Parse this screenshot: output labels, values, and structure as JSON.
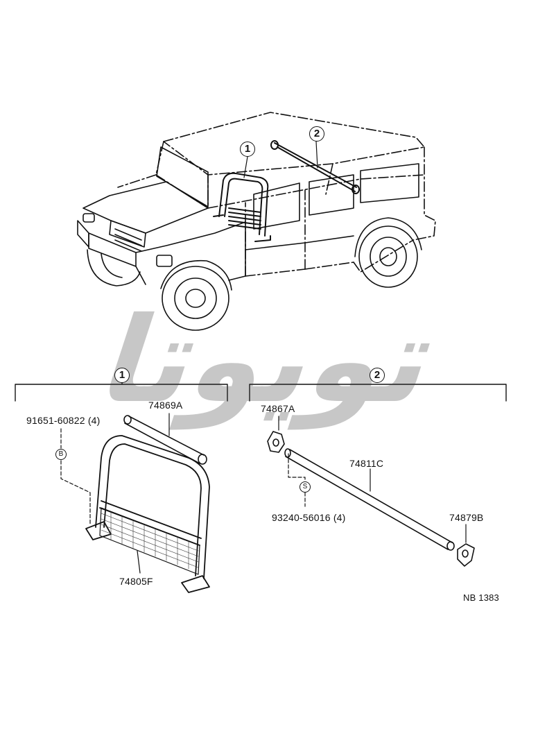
{
  "diagram": {
    "callouts": {
      "group1": "1",
      "group2": "2"
    },
    "parts": {
      "bolt": "91651-60822 (4)",
      "pipe": "74869A",
      "frame": "74805F",
      "bracket_left": "74867A",
      "screw": "93240-56016 (4)",
      "rod": "74811C",
      "bracket_right": "74879B"
    },
    "fastener_symbols": {
      "bolt_symbol": "B",
      "screw_symbol": "S"
    },
    "reference_code": "NB  1383",
    "watermark": "تويوتا"
  }
}
